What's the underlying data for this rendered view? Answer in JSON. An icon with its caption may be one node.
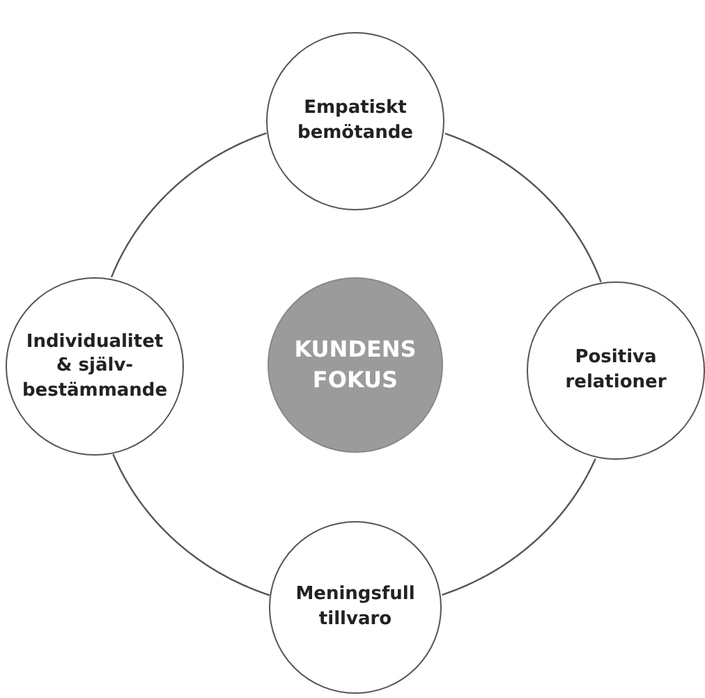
{
  "diagram": {
    "nodes": [
      {
        "text": [
          "Empatiskt bemötande"
        ]
      },
      {
        "text": [
          "Individualitet & själv-bestämmande"
        ]
      },
      {
        "text": [
          "KUNDENS FOKUS"
        ]
      },
      {
        "text": [
          "Positiva relationer"
        ]
      },
      {
        "text": [
          "Meningsfull tillvaro"
        ]
      }
    ],
    "edges": [
      {
        "from": 0,
        "to": 3,
        "arrow": "none"
      },
      {
        "from": 3,
        "to": 4,
        "arrow": "none"
      },
      {
        "from": 4,
        "to": 1,
        "arrow": "none"
      },
      {
        "from": 1,
        "to": 0,
        "arrow": "none"
      }
    ]
  }
}
